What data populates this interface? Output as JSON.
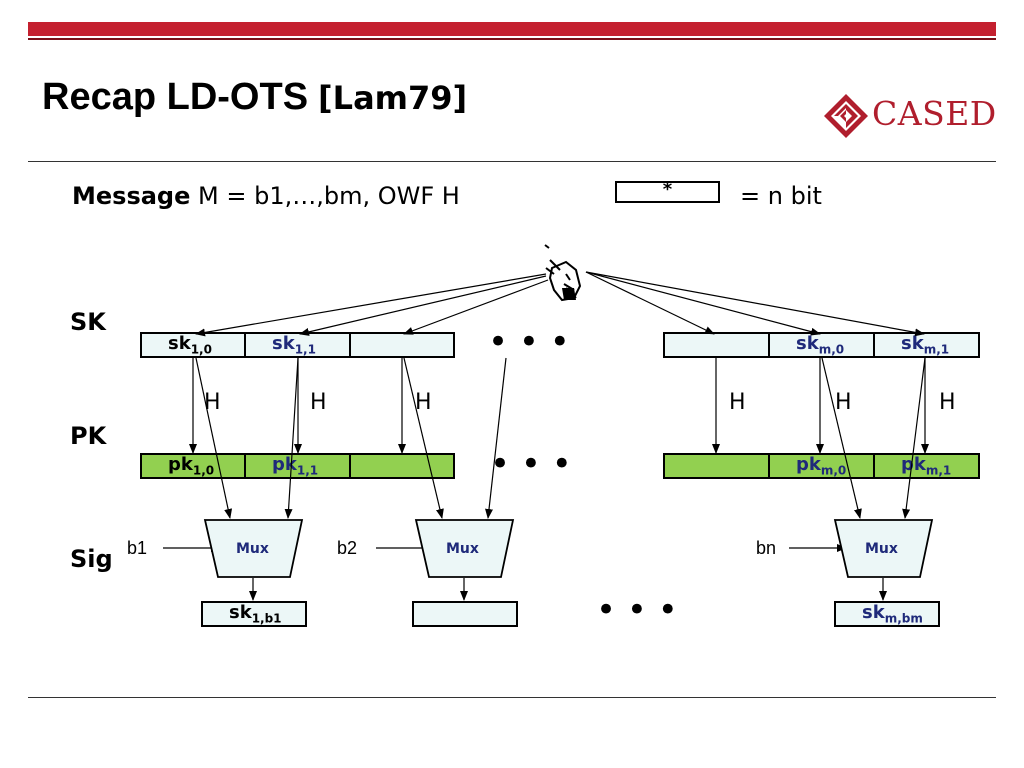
{
  "slide": {
    "title": "Recap LD-OTS",
    "title_ref": "[Lam79]",
    "logo": {
      "text": "CASED",
      "color": "#b01e2d"
    }
  },
  "message": {
    "label": "Message",
    "text": " M = b1,…,bm, OWF H",
    "box_symbol": "*",
    "box_equals": "= n bit"
  },
  "rows": {
    "sk": "SK",
    "pk": "PK",
    "sig": "Sig"
  },
  "sk_cells": [
    {
      "main": "sk",
      "sub": "1,0"
    },
    {
      "main": "sk",
      "sub": "1,1"
    },
    {
      "main": "",
      "sub": ""
    },
    {
      "main": "",
      "sub": ""
    },
    {
      "main": "sk",
      "sub": "m,0"
    },
    {
      "main": "sk",
      "sub": "m,1"
    }
  ],
  "pk_cells": [
    {
      "main": "pk",
      "sub": "1,0"
    },
    {
      "main": "pk",
      "sub": "1,1"
    },
    {
      "main": "",
      "sub": ""
    },
    {
      "main": "",
      "sub": ""
    },
    {
      "main": "pk",
      "sub": "m,0"
    },
    {
      "main": "pk",
      "sub": "m,1"
    }
  ],
  "hash_label": "H",
  "ellipsis": "•   •   •",
  "mux": [
    {
      "label": "Mux",
      "bit": "b1"
    },
    {
      "label": "Mux",
      "bit": "b2"
    },
    {
      "label": "Mux",
      "bit": "bn"
    }
  ],
  "sig_cells": [
    {
      "main": "sk",
      "sub": "1,b1"
    },
    {
      "main": "",
      "sub": ""
    },
    {
      "main": "sk",
      "sub": "m,bm"
    }
  ],
  "colors": {
    "red_bar": "#c4202f",
    "sk_fill": "#ecf7f7",
    "pk_fill": "#92d050",
    "mux_fill": "#ecf7f7",
    "blue_text": "#1f2a7a"
  }
}
